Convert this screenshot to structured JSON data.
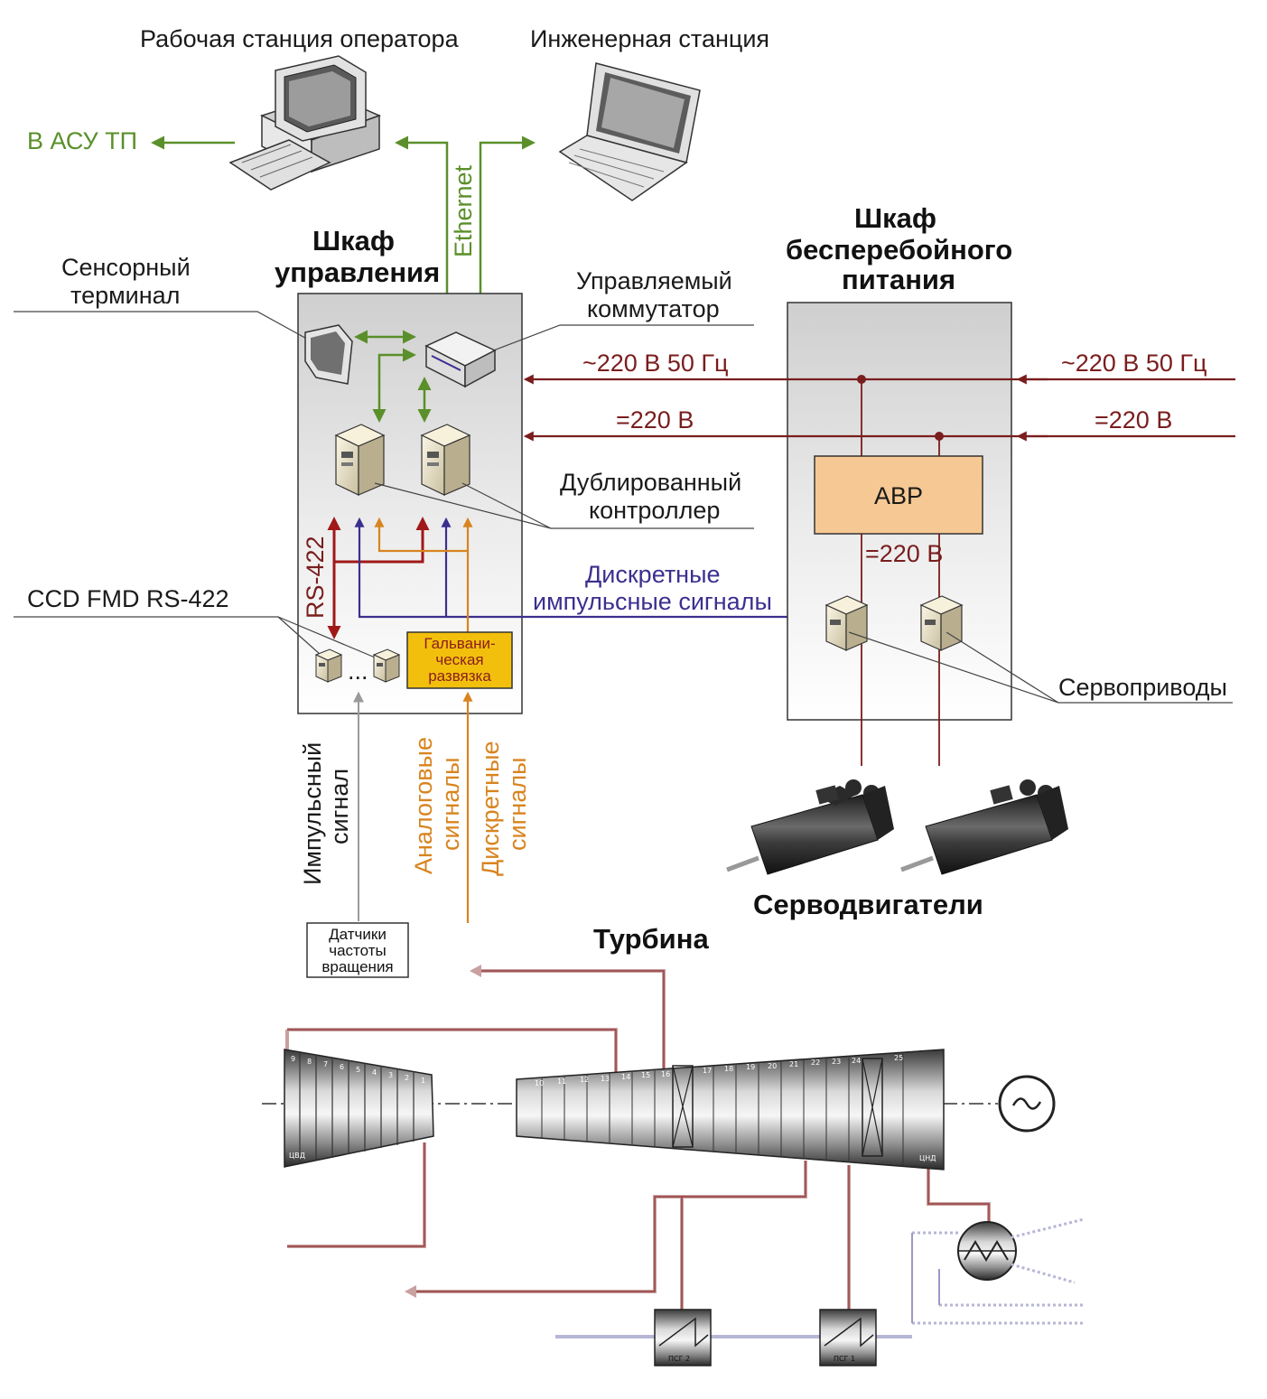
{
  "labels": {
    "operator_station": "Рабочая станция оператора",
    "engineering_station": "Инженерная станция",
    "to_acs": "В АСУ ТП",
    "ethernet": "Ethernet",
    "control_cabinet_line1": "Шкаф",
    "control_cabinet_line2": "управления",
    "ups_cabinet_line1": "Шкаф",
    "ups_cabinet_line2": "бесперебойного",
    "ups_cabinet_line3": "питания",
    "touch_terminal_line1": "Сенсорный",
    "touch_terminal_line2": "терминал",
    "managed_switch_line1": "Управляемый",
    "managed_switch_line2": "коммутатор",
    "ac_left": "~220 В 50 Гц",
    "ac_right": "~220 В 50 Гц",
    "dc_left": "=220 В",
    "dc_right": "=220 В",
    "avr": "АВР",
    "dc_under_avr": "=220 В",
    "dual_controller_line1": "Дублированный",
    "dual_controller_line2": "контроллер",
    "rs422": "RS-422",
    "discrete_pulse_line1": "Дискретные",
    "discrete_pulse_line2": "импульсные сигналы",
    "ccd_fmd": "CCD FMD RS-422",
    "galvanic_line1": "Гальвани-",
    "galvanic_line2": "ческая",
    "galvanic_line3": "развязка",
    "ellipsis": "...",
    "servo_drives": "Сервоприводы",
    "pulse_signal_line1": "Импульсный",
    "pulse_signal_line2": "сигнал",
    "analog_signals_line1": "Аналоговые",
    "analog_signals_line2": "сигналы",
    "discrete_signals_line1": "Дискретные",
    "discrete_signals_line2": "сигналы",
    "servo_motors": "Серводвигатели",
    "turbine": "Турбина",
    "speed_sensors_line1": "Датчики",
    "speed_sensors_line2": "частоты",
    "speed_sensors_line3": "вращения",
    "hp_cylinder": "ЦВД",
    "lp_cylinder": "ЦНД",
    "heater_2": "ПСГ 2",
    "heater_1": "ПСГ 1"
  },
  "stages_hp": [
    "9",
    "8",
    "7",
    "6",
    "5",
    "4",
    "3",
    "2",
    "1"
  ],
  "stages_lp_a": [
    "10",
    "11",
    "12",
    "13",
    "14",
    "15",
    "16"
  ],
  "stages_lp_b": [
    "17",
    "18",
    "19",
    "20",
    "21",
    "22",
    "23",
    "24"
  ],
  "stages_lp_c": [
    "25"
  ],
  "colors": {
    "ethernet": "#5a8f2a",
    "power": "#7a1d1d",
    "rs422": "#a01818",
    "pulse": "#3b2f8f",
    "analog": "#d8841f",
    "sensor": "#9a9a9a",
    "avr_fill": "#f6c893",
    "galvanic_fill": "#f2c00c",
    "cabinet_fill": "#d7d7d7"
  }
}
